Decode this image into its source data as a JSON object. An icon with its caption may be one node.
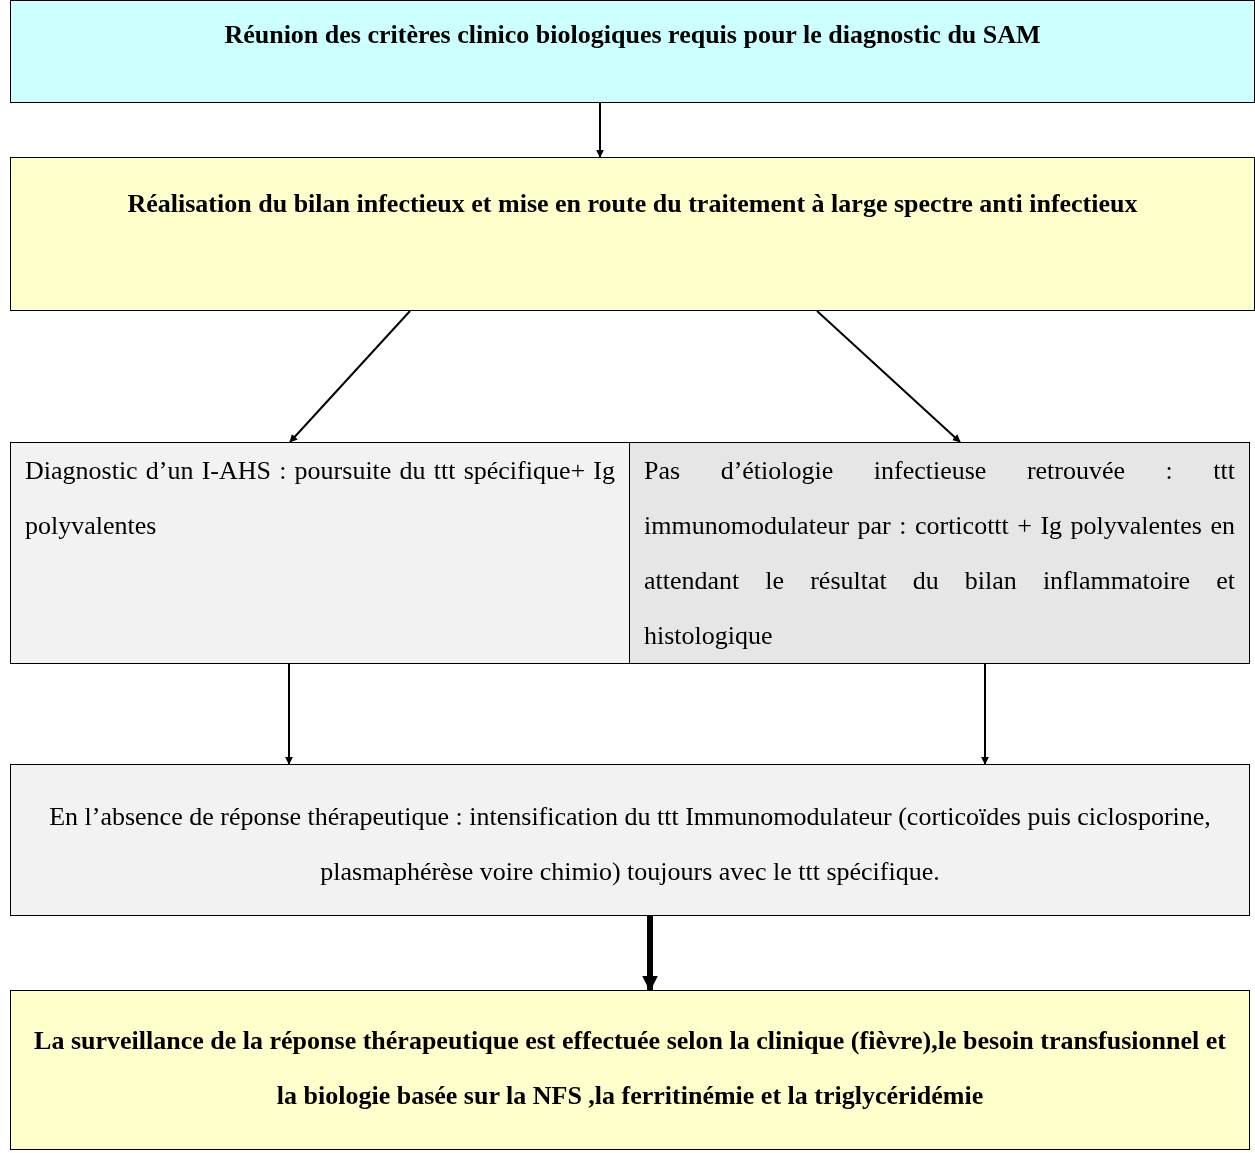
{
  "diagram": {
    "nodes": [
      {
        "text": [
          "Réunion des critères clinico biologiques requis pour le diagnostic du SAM"
        ]
      },
      {
        "text": [
          "Réalisation du bilan infectieux et mise en route du traitement à large spectre anti infectieux"
        ]
      },
      {
        "text": [
          "Diagnostic d’un I-AHS : poursuite du ttt spécifique+ Ig polyvalentes"
        ]
      },
      {
        "text": [
          "Pas d’étiologie infectieuse retrouvée : ttt immunomodulateur par : corticottt + Ig polyvalentes en attendant le résultat du bilan inflammatoire et histologique"
        ]
      },
      {
        "text": [
          "En l’absence de réponse thérapeutique : intensification du ttt Immunomodulateur (corticoïdes puis ciclosporine, plasmaphérèse voire chimio) toujours avec le ttt spécifique."
        ]
      },
      {
        "text": [
          "La surveillance de la réponse thérapeutique est effectuée selon la clinique (fièvre),le besoin transfusionnel et la biologie basée sur la NFS ,la ferritinémie et la triglycéridémie"
        ]
      }
    ],
    "edges": [
      {
        "from": 0,
        "to": 1,
        "arrow": "to"
      },
      {
        "from": 1,
        "to": 2,
        "arrow": "to"
      },
      {
        "from": 1,
        "to": 3,
        "arrow": "to"
      },
      {
        "from": 2,
        "to": 4,
        "arrow": "to"
      },
      {
        "from": 3,
        "to": 4,
        "arrow": "to"
      },
      {
        "from": 4,
        "to": 5,
        "arrow": "to",
        "style": "thick"
      }
    ]
  }
}
